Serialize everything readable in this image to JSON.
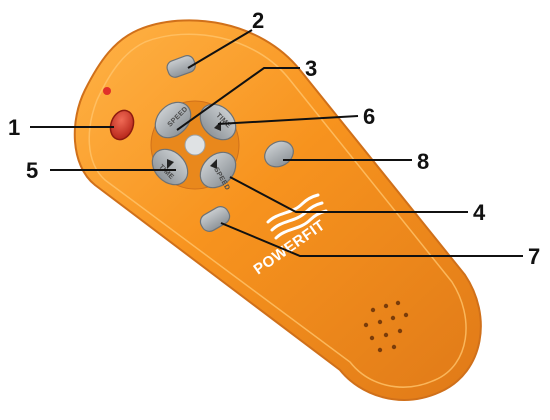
{
  "remote": {
    "brand": "POWERFIT",
    "buttons": {
      "speed_up_label": "SPEED",
      "speed_down_label": "SPEED",
      "time_up_label": "TIME",
      "time_down_label": "TIME"
    }
  },
  "callouts": [
    {
      "id": "1",
      "label": "1"
    },
    {
      "id": "2",
      "label": "2"
    },
    {
      "id": "3",
      "label": "3"
    },
    {
      "id": "4",
      "label": "4"
    },
    {
      "id": "5",
      "label": "5"
    },
    {
      "id": "6",
      "label": "6"
    },
    {
      "id": "7",
      "label": "7"
    },
    {
      "id": "8",
      "label": "8"
    }
  ],
  "colors": {
    "body": "#f7931e",
    "body_light": "#ffb347",
    "body_dark": "#d9731a",
    "power_button": "#d83a2a",
    "gray_button": "#a9aeb2",
    "led": "#e0312a",
    "line": "#111111"
  }
}
